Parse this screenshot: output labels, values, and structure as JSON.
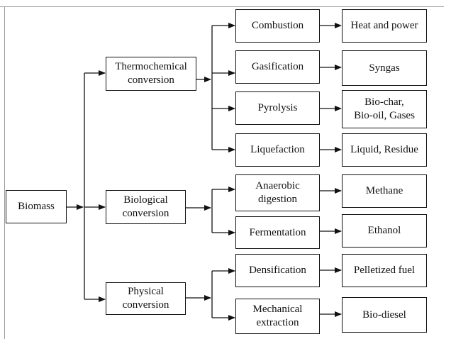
{
  "diagram": {
    "root": "Biomass",
    "categories": [
      "Thermochemical\nconversion",
      "Biological\nconversion",
      "Physical\nconversion"
    ],
    "processes": [
      "Combustion",
      "Gasification",
      "Pyrolysis",
      "Liquefaction",
      "Anaerobic\ndigestion",
      "Fermentation",
      "Densification",
      "Mechanical\nextraction"
    ],
    "products": [
      "Heat and power",
      "Syngas",
      "Bio-char,\nBio-oil, Gases",
      "Liquid, Residue",
      "Methane",
      "Ethanol",
      "Pelletized fuel",
      "Bio-diesel"
    ]
  }
}
